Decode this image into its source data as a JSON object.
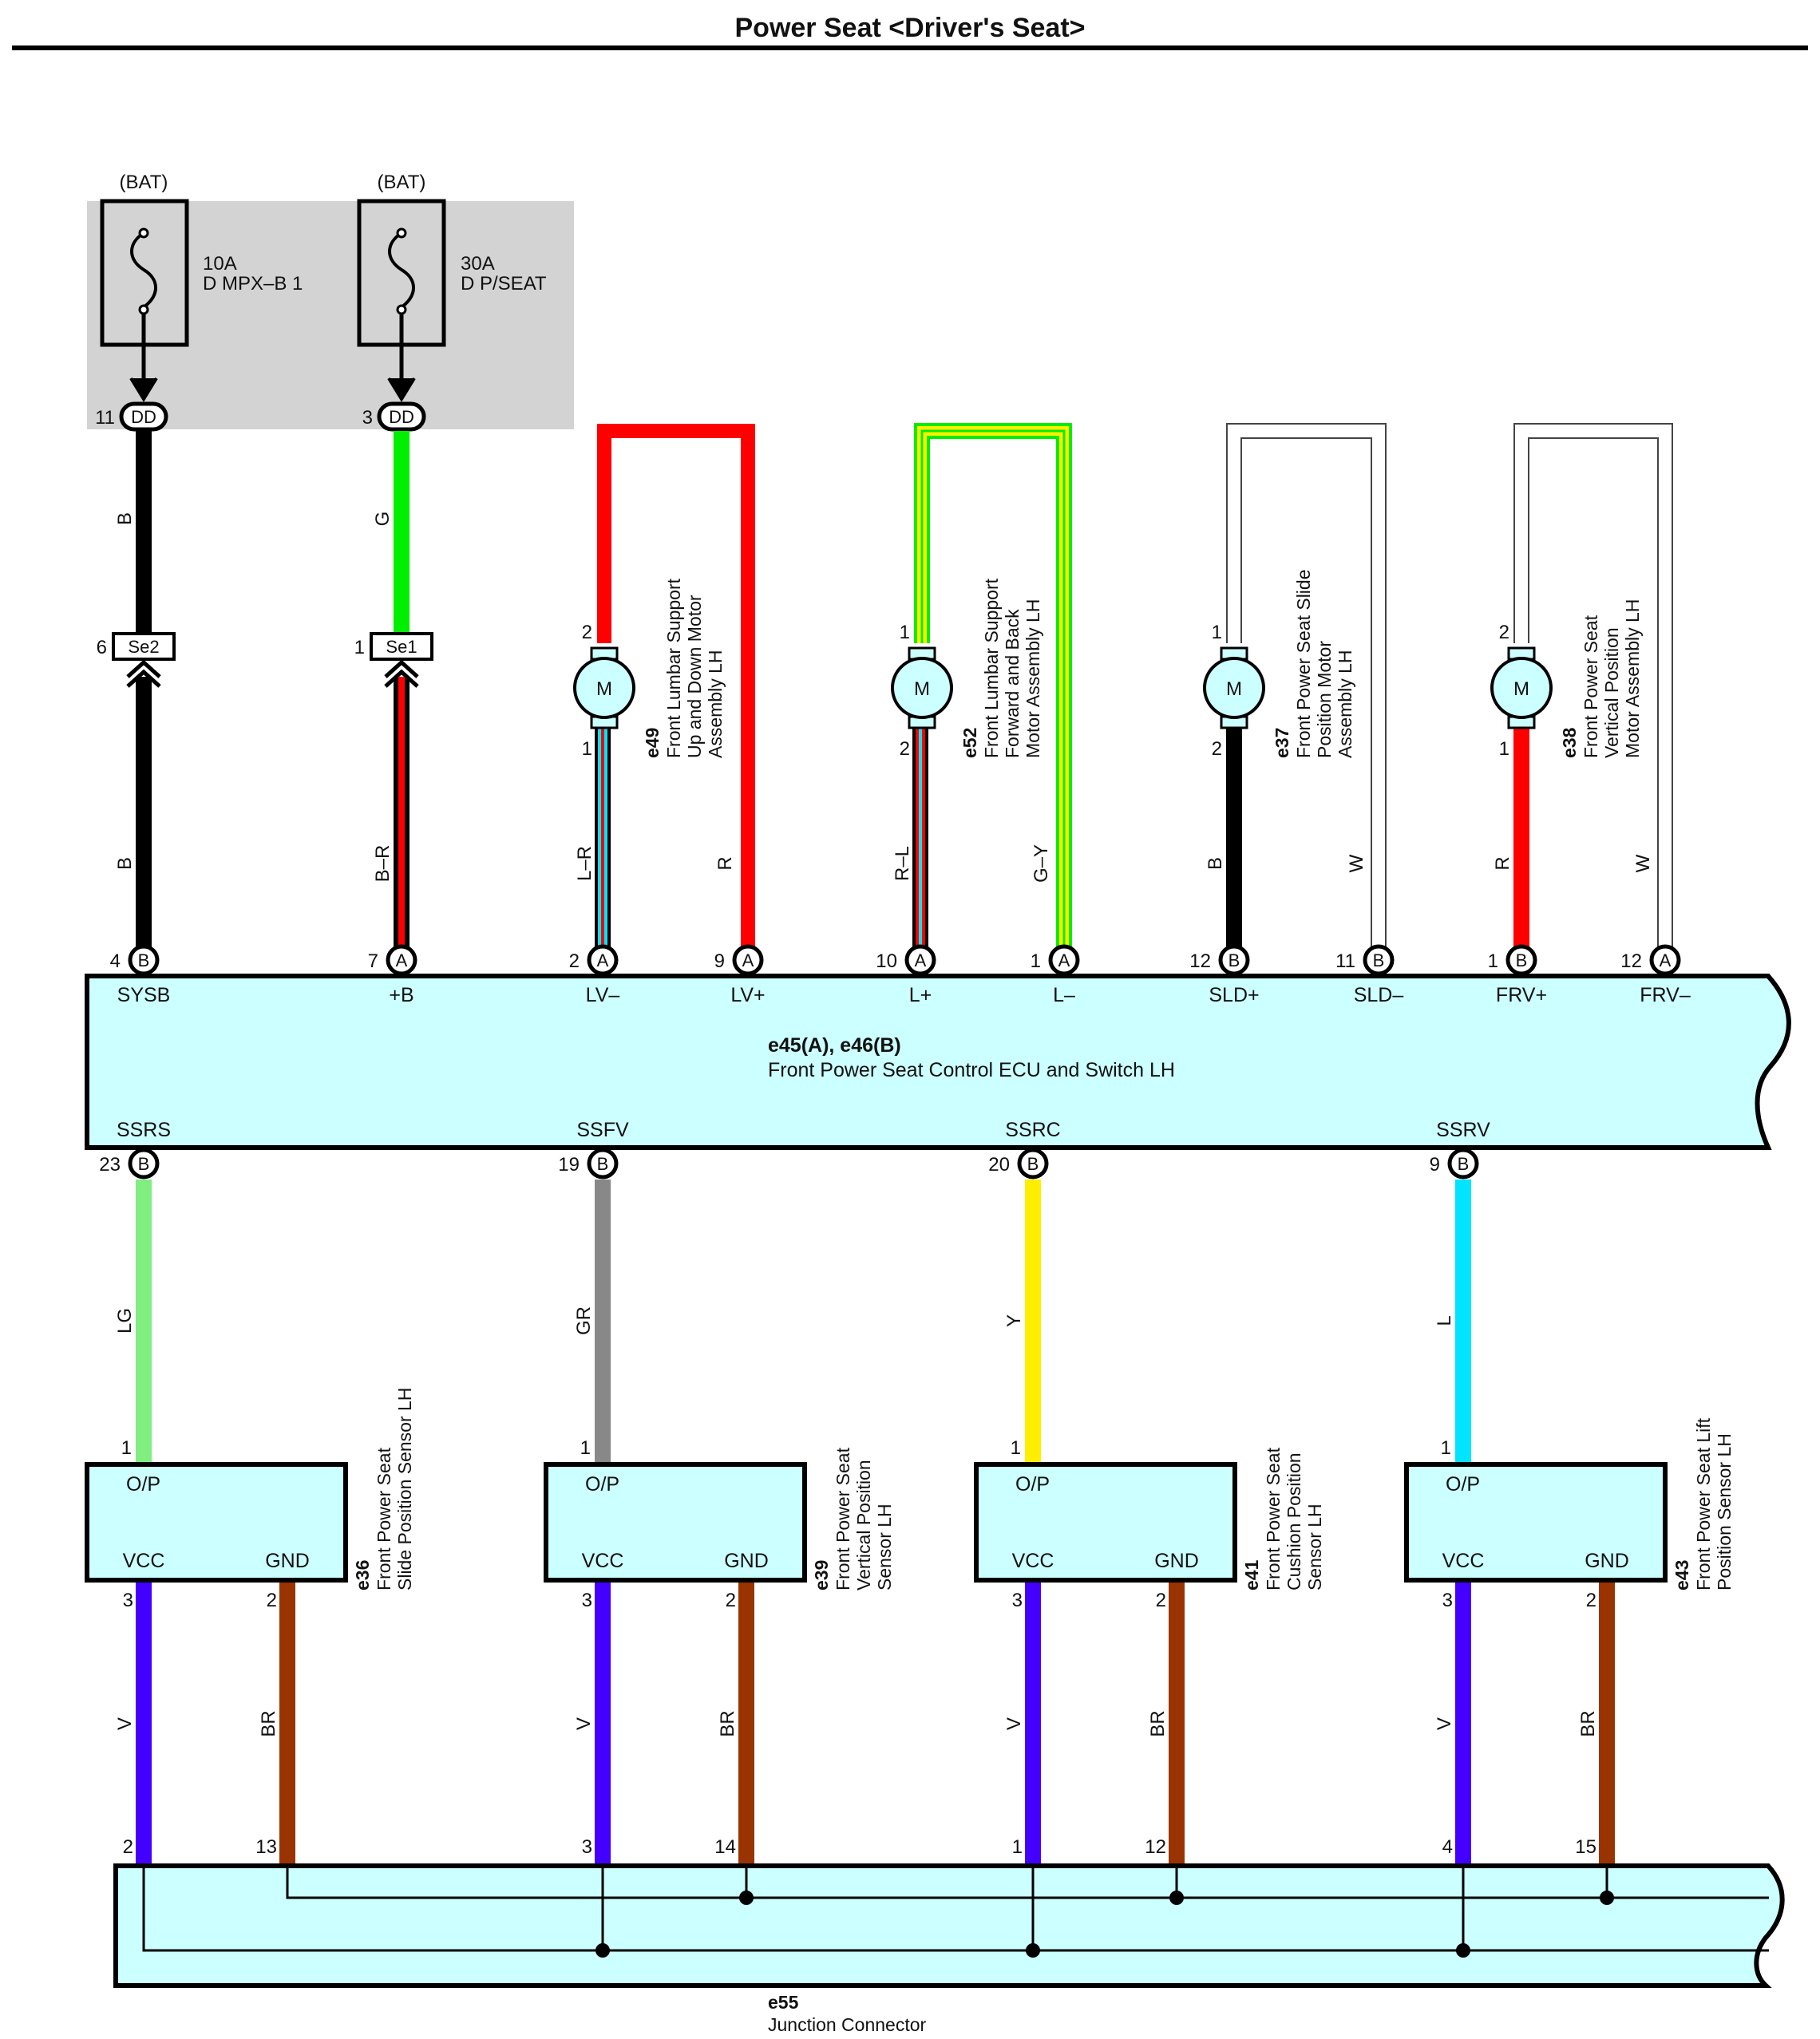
{
  "title": "Power Seat <Driver's Seat>",
  "colors": {
    "panel_fill": "#ccffff",
    "fuse_area": "#d3d3d3",
    "B": "#000000",
    "G": "#00ee00",
    "R": "#ff0000",
    "L": "#00e5ff",
    "W": "#ffffff",
    "LG": "#80ee80",
    "GR": "#888888",
    "Y": "#ffee00",
    "V": "#4400ff",
    "BR": "#993300",
    "yellow_trace": "#ffee00"
  },
  "fuses": [
    {
      "source": "(BAT)",
      "rating": "10A",
      "name": "D MPX–B 1",
      "pin": "11",
      "connector": "DD"
    },
    {
      "source": "(BAT)",
      "rating": "30A",
      "name": "D P/SEAT",
      "pin": "3",
      "connector": "DD"
    }
  ],
  "upper_wires": [
    {
      "label": "B",
      "icon": "fuse-wire"
    },
    {
      "label": "G",
      "icon": "fuse-wire"
    }
  ],
  "inline_connectors": [
    {
      "pin": "6",
      "name": "Se2"
    },
    {
      "pin": "1",
      "name": "Se1"
    }
  ],
  "motors": [
    {
      "code": "e49",
      "name": "Front Lumbar Support\nUp and Down Motor\nAssembly LH",
      "symbol": "M",
      "pin_top": "2",
      "pin_bottom": "1"
    },
    {
      "code": "e52",
      "name": "Front Lumbar Support\nForward and Back\nMotor Assembly LH",
      "symbol": "M",
      "pin_top": "1",
      "pin_bottom": "2"
    },
    {
      "code": "e37",
      "name": "Front Power Seat Slide\nPosition Motor\nAssembly LH",
      "symbol": "M",
      "pin_top": "1",
      "pin_bottom": "2"
    },
    {
      "code": "e38",
      "name": "Front Power Seat\nVertical Position\nMotor Assembly LH",
      "symbol": "M",
      "pin_top": "2",
      "pin_bottom": "1"
    }
  ],
  "ecu": {
    "code": "e45(A), e46(B)",
    "name": "Front Power Seat Control ECU and Switch LH",
    "top_terminals": [
      {
        "pin": "4",
        "conn": "B",
        "name": "SYSB",
        "wire": "B"
      },
      {
        "pin": "7",
        "conn": "A",
        "name": "+B",
        "wire": "B–R"
      },
      {
        "pin": "2",
        "conn": "A",
        "name": "LV–",
        "wire": "L–R"
      },
      {
        "pin": "9",
        "conn": "A",
        "name": "LV+",
        "wire": "R"
      },
      {
        "pin": "10",
        "conn": "A",
        "name": "L+",
        "wire": "R–L"
      },
      {
        "pin": "1",
        "conn": "A",
        "name": "L–",
        "wire": "G–Y"
      },
      {
        "pin": "12",
        "conn": "B",
        "name": "SLD+",
        "wire": "B"
      },
      {
        "pin": "11",
        "conn": "B",
        "name": "SLD–",
        "wire": "W"
      },
      {
        "pin": "1",
        "conn": "B",
        "name": "FRV+",
        "wire": "R"
      },
      {
        "pin": "12",
        "conn": "A",
        "name": "FRV–",
        "wire": "W"
      }
    ],
    "bottom_terminals": [
      {
        "pin": "23",
        "conn": "B",
        "name": "SSRS",
        "wire": "LG"
      },
      {
        "pin": "19",
        "conn": "B",
        "name": "SSFV",
        "wire": "GR"
      },
      {
        "pin": "20",
        "conn": "B",
        "name": "SSRC",
        "wire": "Y"
      },
      {
        "pin": "9",
        "conn": "B",
        "name": "SSRV",
        "wire": "L"
      }
    ]
  },
  "sensors": [
    {
      "code": "e36",
      "name": "Front Power Seat\nSlide Position Sensor LH",
      "op": "O/P",
      "vcc": "VCC",
      "gnd": "GND",
      "pin_op": "1",
      "pin_vcc": "3",
      "pin_gnd": "2",
      "wire_vcc": "V",
      "wire_gnd": "BR",
      "jc_vcc": "2",
      "jc_gnd": "13"
    },
    {
      "code": "e39",
      "name": "Front Power Seat\nVertical Position\nSensor LH",
      "op": "O/P",
      "vcc": "VCC",
      "gnd": "GND",
      "pin_op": "1",
      "pin_vcc": "3",
      "pin_gnd": "2",
      "wire_vcc": "V",
      "wire_gnd": "BR",
      "jc_vcc": "3",
      "jc_gnd": "14"
    },
    {
      "code": "e41",
      "name": "Front Power Seat\nCushion Position\nSensor LH",
      "op": "O/P",
      "vcc": "VCC",
      "gnd": "GND",
      "pin_op": "1",
      "pin_vcc": "3",
      "pin_gnd": "2",
      "wire_vcc": "V",
      "wire_gnd": "BR",
      "jc_vcc": "1",
      "jc_gnd": "12"
    },
    {
      "code": "e43",
      "name": "Front Power Seat Lift\nPosition Sensor LH",
      "op": "O/P",
      "vcc": "VCC",
      "gnd": "GND",
      "pin_op": "1",
      "pin_vcc": "3",
      "pin_gnd": "2",
      "wire_vcc": "V",
      "wire_gnd": "BR",
      "jc_vcc": "4",
      "jc_gnd": "15"
    }
  ],
  "junction": {
    "code": "e55",
    "name": "Junction Connector"
  }
}
